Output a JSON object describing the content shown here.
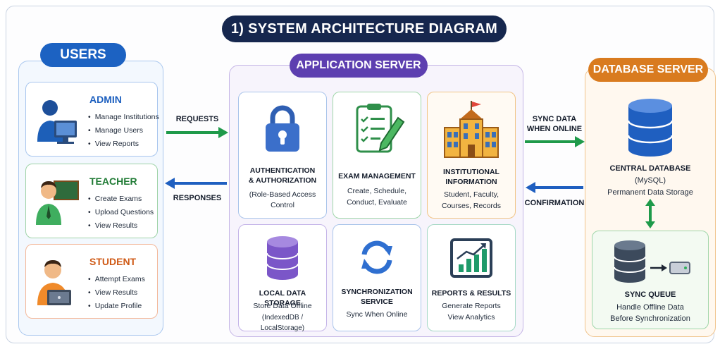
{
  "title": "1) SYSTEM ARCHITECTURE DIAGRAM",
  "users": {
    "header": "USERS",
    "cards": [
      {
        "role": "ADMIN",
        "items": [
          "Manage Institutions",
          "Manage Users",
          "View Reports"
        ]
      },
      {
        "role": "TEACHER",
        "items": [
          "Create Exams",
          "Upload Questions",
          "View Results"
        ]
      },
      {
        "role": "STUDENT",
        "items": [
          "Attempt Exams",
          "View Results",
          "Update Profile"
        ]
      }
    ]
  },
  "flows": {
    "requests": "REQUESTS",
    "responses": "RESPONSES",
    "sync_line1": "SYNC DATA",
    "sync_line2": "WHEN ONLINE",
    "confirmation": "CONFIRMATION"
  },
  "app_server": {
    "header": "APPLICATION SERVER",
    "auth": {
      "title1": "AUTHENTICATION",
      "title2": "& AUTHORIZATION",
      "desc1": "(Role-Based Access",
      "desc2": "Control"
    },
    "exam": {
      "title": "EXAM MANAGEMENT",
      "desc1": "Create, Schedule,",
      "desc2": "Conduct, Evaluate"
    },
    "inst": {
      "title1": "INSTITUTIONAL",
      "title2": "INFORMATION",
      "desc1": "Student, Faculty,",
      "desc2": "Courses, Records"
    },
    "local": {
      "title": "LOCAL DATA STORAGE",
      "desc1": "Store Data Offline",
      "desc2": "(IndexedDB / LocalStorage)"
    },
    "sync": {
      "title1": "SYNCHRONIZATION",
      "title2": "SERVICE",
      "desc": "Sync When Online"
    },
    "reports": {
      "title": "REPORTS & RESULTS",
      "desc1": "Generate Reports",
      "desc2": "View Analytics"
    }
  },
  "db_server": {
    "header": "DATABASE SERVER",
    "central": {
      "title": "CENTRAL DATABASE",
      "desc1": "(MySQL)",
      "desc2": "Permanent Data Storage"
    },
    "queue": {
      "title": "SYNC QUEUE",
      "desc1": "Handle Offline Data",
      "desc2": "Before Synchronization"
    }
  },
  "colors": {
    "navy": "#16274e",
    "users_blue": "#1c62c2",
    "app_purple": "#5d3fb0",
    "db_orange": "#d97b1f",
    "arrow_green": "#1f9a4a",
    "arrow_blue": "#1f5fc0"
  }
}
